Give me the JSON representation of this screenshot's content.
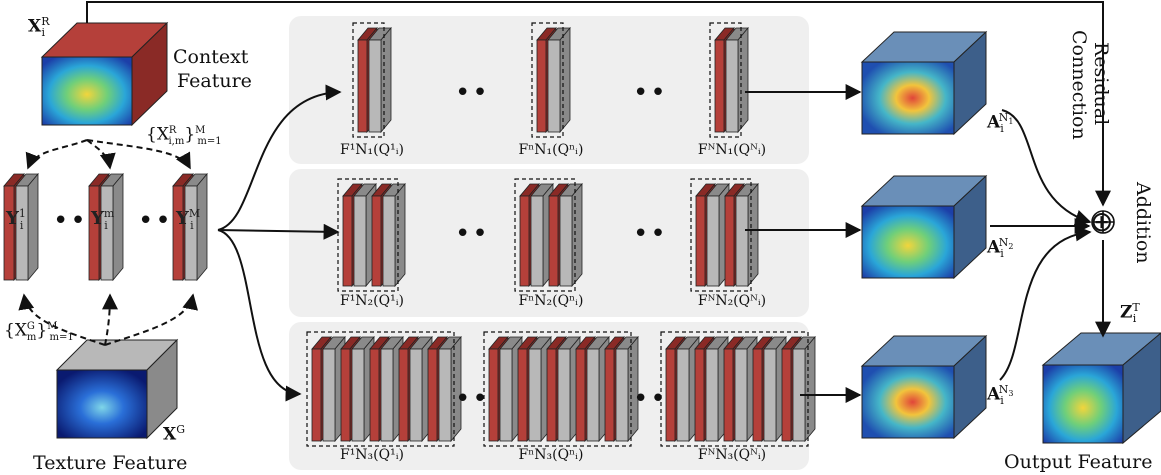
{
  "labels": {
    "context_feature_l1": "Context",
    "context_feature_l2": "Feature",
    "texture_feature": "Texture Feature",
    "output_feature": "Output Feature",
    "residual_l1": "Residual",
    "residual_l2": "Connection",
    "addition": "Addition"
  },
  "math": {
    "x_r": "X",
    "x_r_sup": "R",
    "x_r_sub": "i",
    "x_r_set": "{X",
    "x_r_set_sub": "i,m",
    "x_r_set_sup": "R",
    "x_r_set_tail": "}",
    "x_r_set_range_sub": "m=1",
    "x_r_set_range_sup": "M",
    "x_g_set": "{X",
    "x_g_set_sub": "m",
    "x_g_set_sup": "G",
    "x_g_set_tail": "}",
    "x_g_set_range_sub": "m=1",
    "x_g_set_range_sup": "M",
    "x_g": "X",
    "x_g_sup": "G",
    "y1": "Y",
    "y1_sup": "1",
    "y1_sub": "i",
    "ym": "Y",
    "ym_sup": "m",
    "ym_sub": "i",
    "yM": "Y",
    "yM_sup": "M",
    "yM_sub": "i",
    "a1": "A",
    "a1_sub": "i",
    "a1_sup": "N",
    "a1_sup_sub": "1",
    "a2": "A",
    "a2_sub": "i",
    "a2_sup": "N",
    "a2_sup_sub": "2",
    "a3": "A",
    "a3_sub": "i",
    "a3_sup": "N",
    "a3_sup_sub": "3",
    "z": "Z",
    "z_sub": "i",
    "z_sup": "T",
    "plus": "⊕",
    "ellipsis": "••"
  },
  "functions": {
    "row1": [
      "F¹N₁(Q¹ᵢ)",
      "FⁿN₁(Qⁿᵢ)",
      "FᴺN₁(Qᴺᵢ)"
    ],
    "row2": [
      "F¹N₂(Q¹ᵢ)",
      "FⁿN₂(Qⁿᵢ)",
      "FᴺN₂(Qᴺᵢ)"
    ],
    "row3": [
      "F¹N₃(Q¹ᵢ)",
      "FⁿN₃(Qⁿᵢ)",
      "FᴺN₃(Qᴺᵢ)"
    ]
  },
  "colors": {
    "red": "#b5403a",
    "red_dark": "#8a2a26",
    "gray": "#b8b8b8",
    "gray_dark": "#8a8a8a",
    "blue_top": "#6a8fb8",
    "blue_side": "#3d5f8a",
    "panel": "#efefef",
    "arrow": "#111111"
  }
}
